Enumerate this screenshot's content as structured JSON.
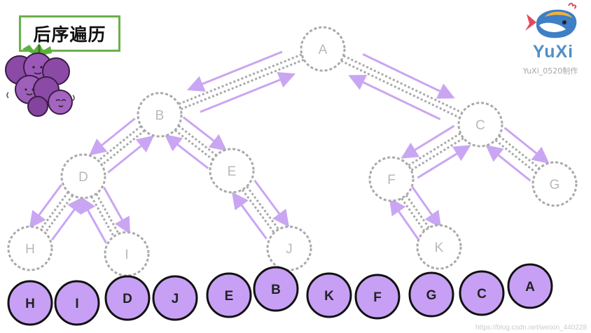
{
  "title": "后序遍历",
  "brand": {
    "name": "YuXi",
    "credit": "YuXi_0520制作"
  },
  "watermark": "https://blog.csdn.net/weixin_440228",
  "colors": {
    "arrow": "#c9a6f2",
    "node_border": "#a9a9a9",
    "result_fill": "#c7a0f5",
    "result_border": "#111111",
    "title_border": "#6bb04a"
  },
  "tree": {
    "nodes": [
      {
        "id": "A",
        "label": "A"
      },
      {
        "id": "B",
        "label": "B"
      },
      {
        "id": "C",
        "label": "C"
      },
      {
        "id": "D",
        "label": "D"
      },
      {
        "id": "E",
        "label": "E"
      },
      {
        "id": "F",
        "label": "F"
      },
      {
        "id": "G",
        "label": "G"
      },
      {
        "id": "H",
        "label": "H"
      },
      {
        "id": "I",
        "label": "I"
      },
      {
        "id": "J",
        "label": "J"
      },
      {
        "id": "K",
        "label": "K"
      }
    ],
    "edges": [
      [
        "A",
        "B"
      ],
      [
        "A",
        "C"
      ],
      [
        "B",
        "D"
      ],
      [
        "B",
        "E"
      ],
      [
        "D",
        "H"
      ],
      [
        "D",
        "I"
      ],
      [
        "E",
        "J"
      ],
      [
        "C",
        "F"
      ],
      [
        "C",
        "G"
      ],
      [
        "F",
        "K"
      ]
    ]
  },
  "traversal_order": [
    "H",
    "I",
    "D",
    "J",
    "E",
    "B",
    "K",
    "F",
    "G",
    "C",
    "A"
  ]
}
